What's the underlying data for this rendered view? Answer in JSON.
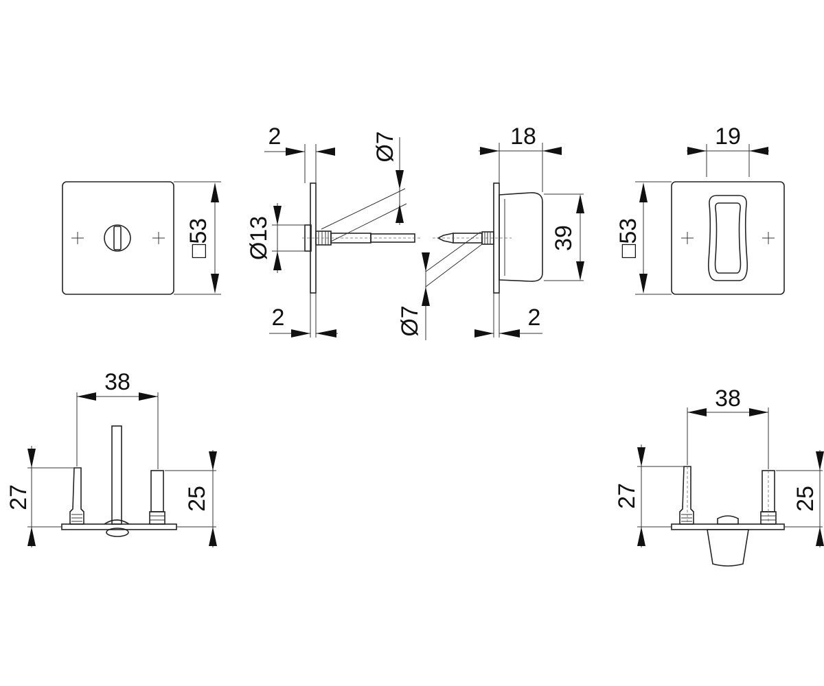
{
  "dimensions": {
    "left_plate_square": "□53",
    "right_plate_square": "□53",
    "plate_thickness_top": "2",
    "plate_thickness_bottom": "2",
    "spindle_diameter_top": "Ø7",
    "rosette_diameter": "Ø13",
    "spindle_diameter_bottom": "Ø7",
    "knob_depth": "18",
    "knob_height": "39",
    "plate_thickness_right": "2",
    "knob_width": "19",
    "bottom_left_spacing": "38",
    "bottom_left_height_27": "27",
    "bottom_left_height_25": "25",
    "bottom_right_spacing": "38",
    "bottom_right_height_27": "27",
    "bottom_right_height_25": "25"
  }
}
